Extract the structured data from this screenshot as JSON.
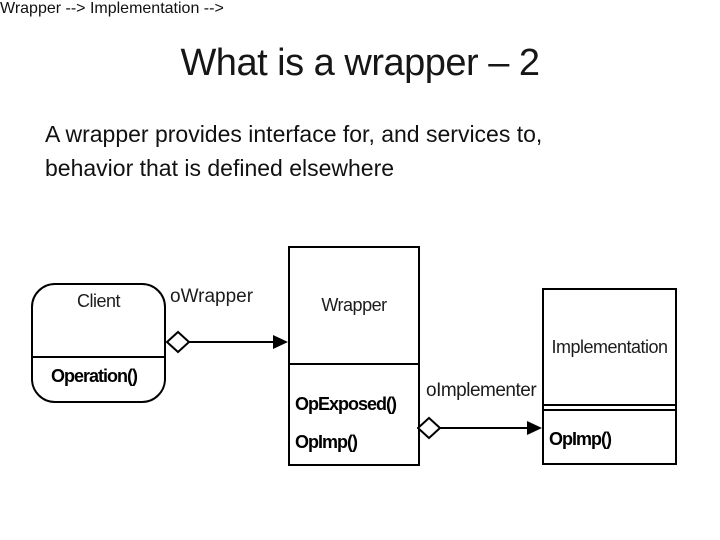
{
  "slide": {
    "title": "What is a wrapper – 2",
    "body_line1": "A wrapper provides interface for, and services to,",
    "body_line2": "behavior that is defined elsewhere"
  },
  "diagram": {
    "client": {
      "name": "Client",
      "operations": [
        "Operation()"
      ]
    },
    "wrapper": {
      "name": "Wrapper",
      "operations": [
        "OpExposed()",
        "OpImp()"
      ]
    },
    "implementation": {
      "name": "Implementation",
      "operations": [
        "OpImp()"
      ]
    },
    "connectors": [
      {
        "label": "oWrapper",
        "from": "Client",
        "to": "Wrapper"
      },
      {
        "label": "oImplementer",
        "from": "Wrapper",
        "to": "Implementation"
      }
    ],
    "line_color": "#000000",
    "fill_color": "#ffffff"
  }
}
